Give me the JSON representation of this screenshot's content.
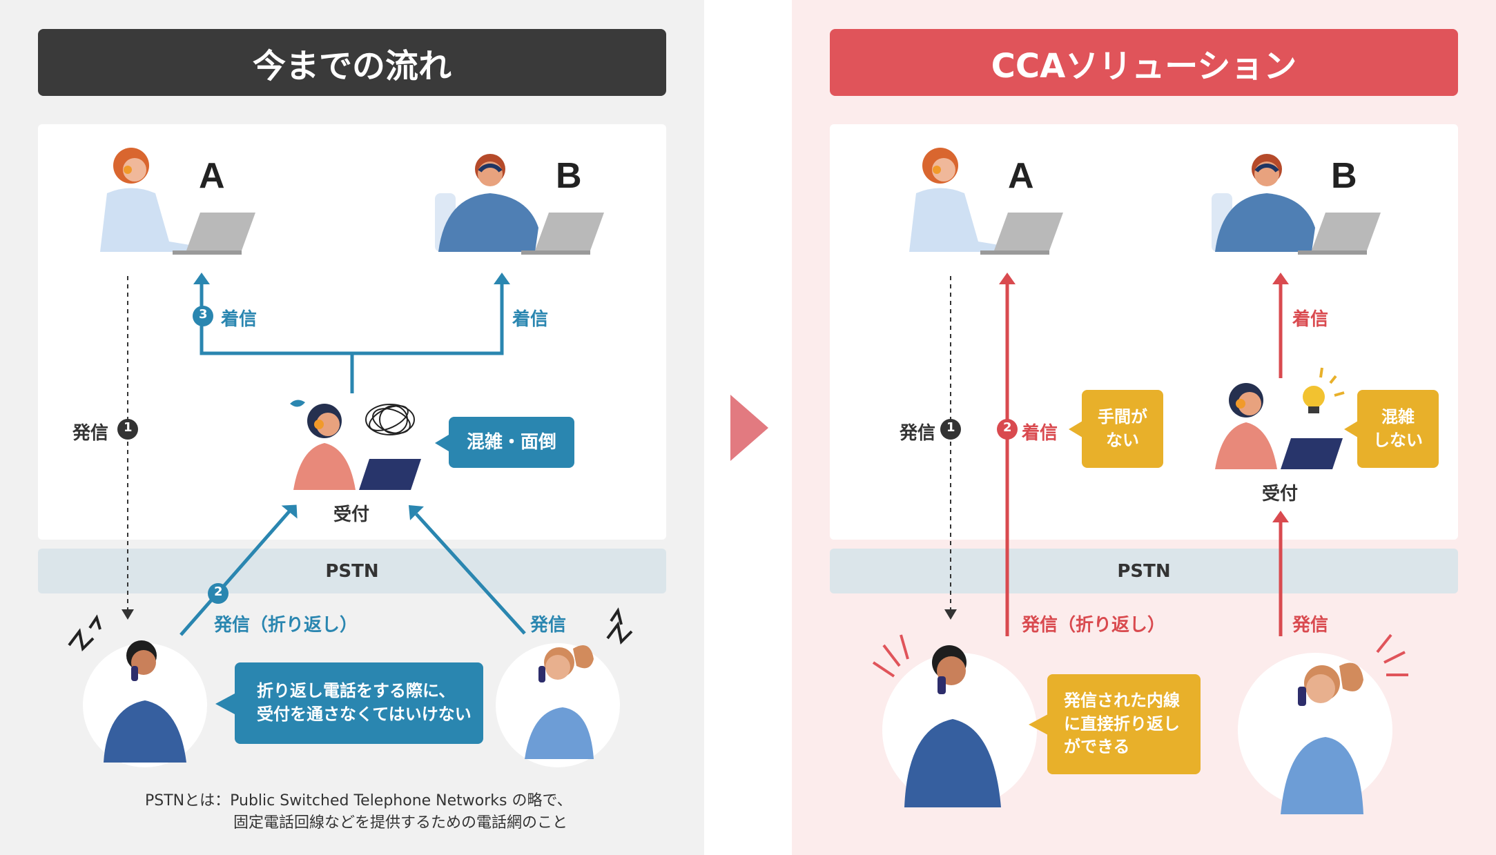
{
  "left": {
    "title": "今までの流れ",
    "person_a": "A",
    "person_b": "B",
    "receptionist_label": "受付",
    "pstn": "PSTN",
    "label_call_out_1": "発信",
    "step1": "1",
    "label_incoming_a": "着信",
    "step3": "3",
    "label_incoming_b": "着信",
    "label_callback": "発信（折り返し）",
    "step2": "2",
    "label_call_out_right": "発信",
    "callout_busy": "混雑・面倒",
    "callout_problem_line1": "折り返し電話をする際に、",
    "callout_problem_line2": "受付を通さなくてはいけない",
    "note_line1": "PSTNとは：Public Switched Telephone Networks の略で、",
    "note_line2": "固定電話回線などを提供するための電話網のこと"
  },
  "right": {
    "title": "CCAソリューション",
    "person_a": "A",
    "person_b": "B",
    "receptionist_label": "受付",
    "pstn": "PSTN",
    "label_call_out_1": "発信",
    "step1": "1",
    "label_incoming_2": "着信",
    "step2": "2",
    "label_incoming_b": "着信",
    "label_callback": "発信（折り返し）",
    "label_call_out_right": "発信",
    "callout_no_effort_line1": "手間が",
    "callout_no_effort_line2": "ない",
    "callout_no_crowd_line1": "混雑",
    "callout_no_crowd_line2": "しない",
    "callout_direct_line1": "発信された内線",
    "callout_direct_line2": "に直接折り返し",
    "callout_direct_line3": "ができる"
  },
  "colors": {
    "blue": "#2a86b0",
    "red": "#d94a4f",
    "yellow": "#e8b02a",
    "dark": "#3a3a3a",
    "title_red": "#e0545a",
    "pstn_bg": "#dbe5ea"
  }
}
